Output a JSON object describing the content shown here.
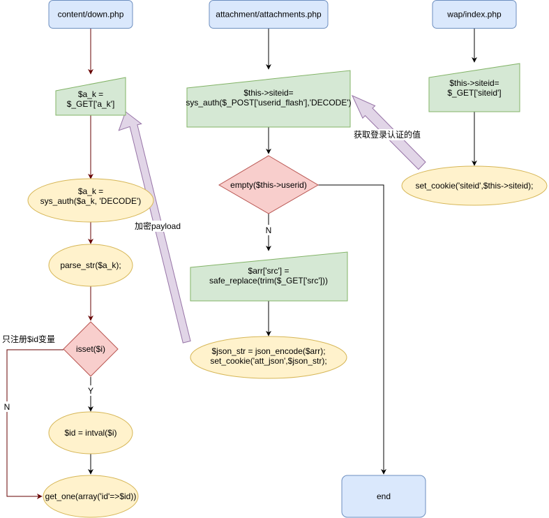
{
  "nodes": {
    "content_down": "content/down.php",
    "attachments": "attachment/attachments.php",
    "wap_index": "wap/index.php",
    "ak_get": [
      "$a_k =",
      "$_GET['a_k']"
    ],
    "ak_auth": [
      "$a_k =",
      "sys_auth($a_k, 'DECODE')"
    ],
    "parse_str": "parse_str($a_k);",
    "isset": "isset($i)",
    "intval": "$id = intval($i)",
    "get_one": "get_one(array('id'=>$id))",
    "siteid_auth": [
      "$this->siteid=",
      "sys_auth($_POST['userid_flash'],'DECODE')"
    ],
    "empty_userid": "empty($this->userid)",
    "arr_src": [
      "$arr['src'] =",
      "safe_replace(trim($_GET['src']))"
    ],
    "json_cookie": [
      "$json_str = json_encode($arr);",
      "set_cookie('att_json',$json_str);"
    ],
    "end": "end",
    "wap_siteid": [
      "$this->siteid=",
      "$_GET['siteid']"
    ],
    "set_cookie_siteid": "set_cookie('siteid',$this->siteid);"
  },
  "labels": {
    "encrypt_payload": "加密payload",
    "only_register_id": "只注册$id变量",
    "get_login_value": "获取登录认证的值",
    "yes": "Y",
    "no_left": "N",
    "no_mid": "N"
  },
  "colors": {
    "blue_fill": "#dae8fc",
    "blue_stroke": "#6c8ebf",
    "green_fill": "#d5e8d4",
    "green_stroke": "#82b366",
    "yellow_fill": "#fff2cc",
    "yellow_stroke": "#d6b656",
    "red_fill": "#f8cecc",
    "red_stroke": "#b85450",
    "purple_fill": "#e1d5e7",
    "purple_stroke": "#9673a6",
    "dark_red_edge": "#660000",
    "black_edge": "#000000"
  }
}
